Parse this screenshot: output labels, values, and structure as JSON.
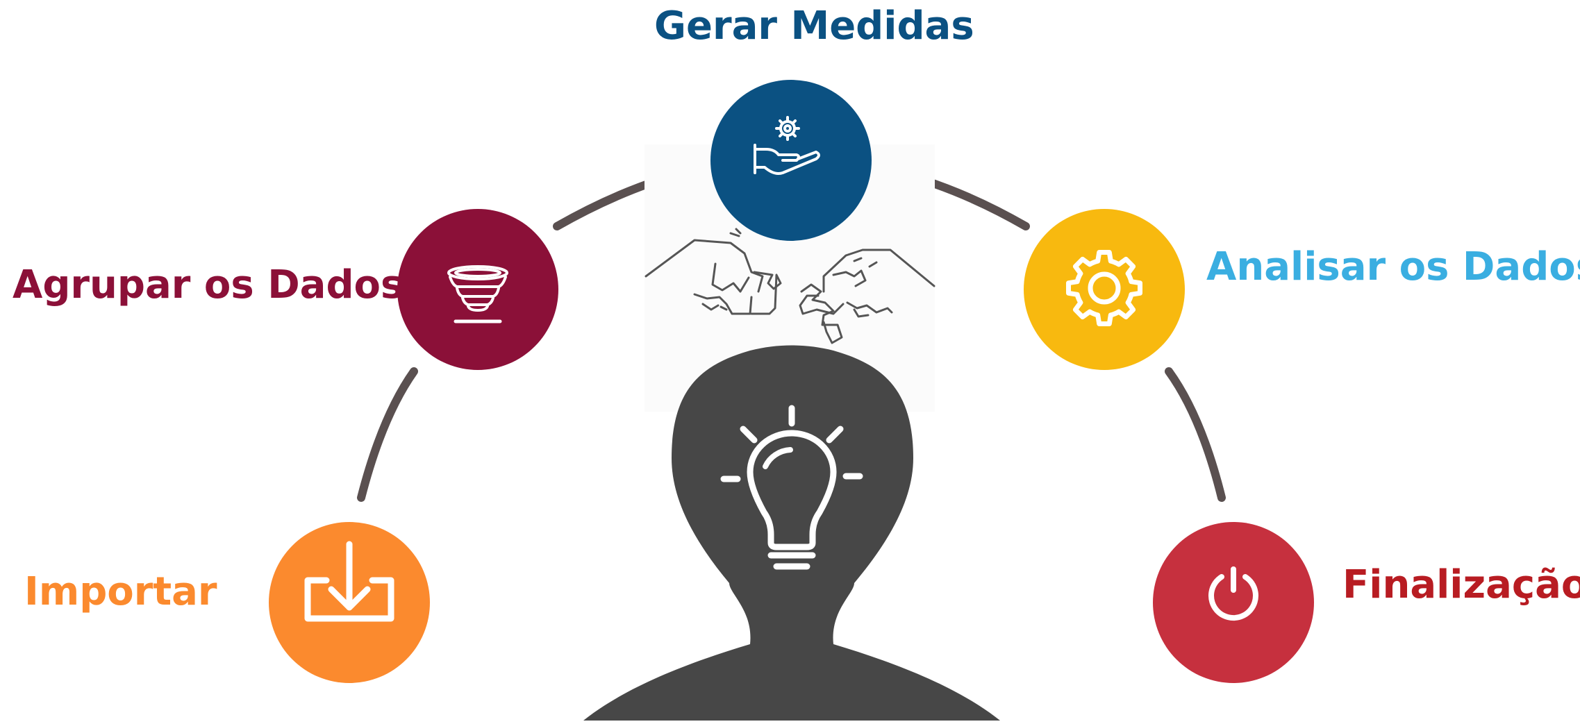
{
  "diagram": {
    "connector_color": "#5a5050",
    "head_color": "#474747",
    "steps": [
      {
        "id": "importar",
        "label": "Importar",
        "color": "#fb8a2e",
        "icon": "import-tray-icon"
      },
      {
        "id": "agrupar",
        "label": "Agrupar os Dados",
        "color": "#8b1038",
        "icon": "funnel-stack-icon"
      },
      {
        "id": "gerar",
        "label": "Gerar Medidas",
        "color": "#0b5182",
        "icon": "hand-gear-icon"
      },
      {
        "id": "analisar",
        "label": "Analisar os Dados",
        "color": "#f8b90f",
        "label_color": "#3aaee1",
        "icon": "gear-icon"
      },
      {
        "id": "finalizacao",
        "label": "Finalização",
        "color": "#c6303e",
        "label_color": "#b81c22",
        "icon": "power-icon"
      }
    ],
    "center": {
      "head_icon": "lightbulb-icon",
      "illustration": "puzzle-hands-sketch"
    }
  }
}
